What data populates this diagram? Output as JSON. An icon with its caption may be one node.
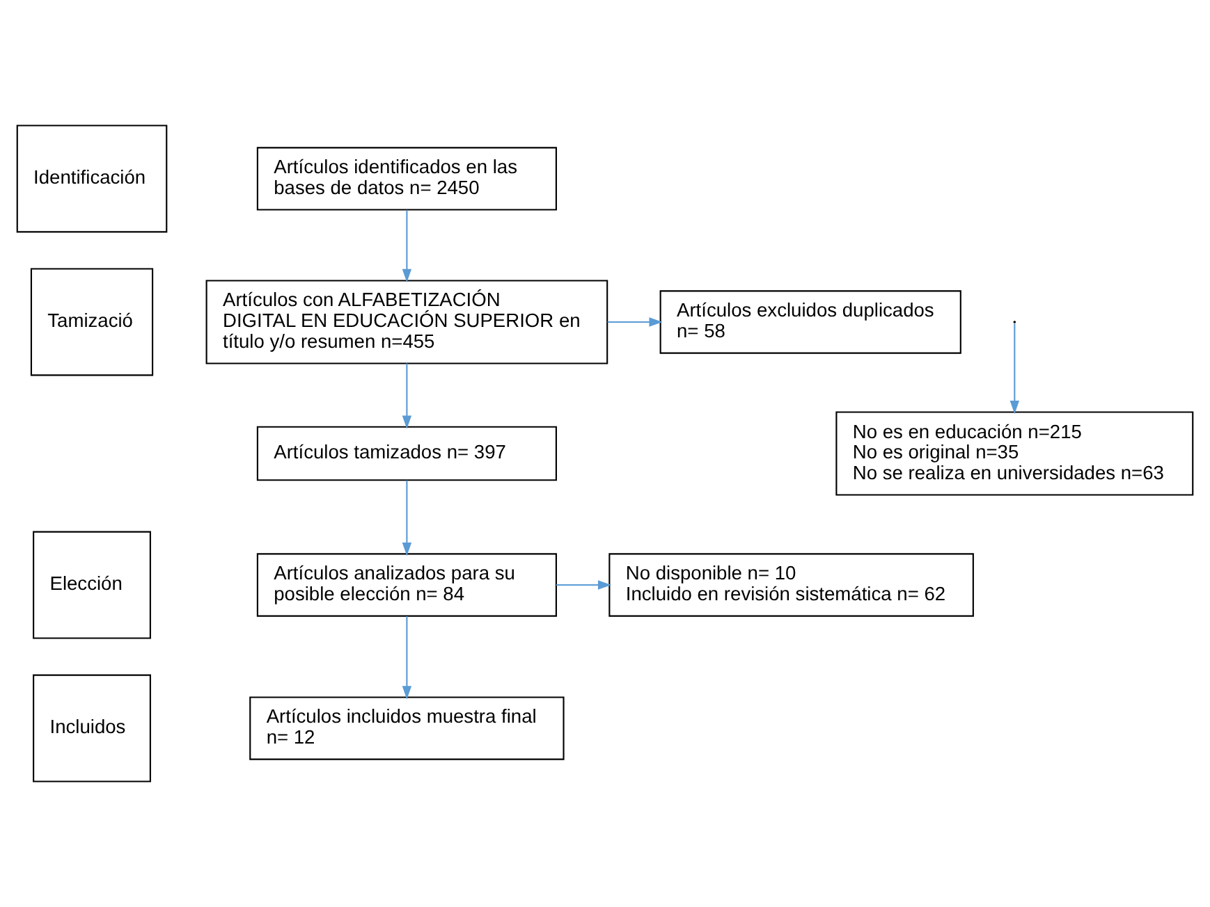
{
  "diagram": {
    "nodes": [
      {
        "text": [
          "Identificación"
        ]
      },
      {
        "text": [
          "Tamizació"
        ]
      },
      {
        "text": [
          "Elección"
        ]
      },
      {
        "text": [
          "Incluidos"
        ]
      },
      {
        "text": [
          "Artículos identificados en las bases de datos n= 2450"
        ]
      },
      {
        "text": [
          "Artículos con ALFABETIZACIÓN DIGITAL EN EDUCACIÓN SUPERIOR en título y/o resumen n=455"
        ]
      },
      {
        "text": [
          "Artículos excluidos duplicados n= 58"
        ]
      },
      {
        "text": [
          "Artículos tamizados n= 397"
        ]
      },
      {
        "text": [
          "No es en educación n=215",
          "No es original n=35",
          "No se realiza en universidades n=63"
        ]
      },
      {
        "text": [
          "Artículos analizados para su posible elección n= 84"
        ]
      },
      {
        "text": [
          "No disponible n= 10",
          "Incluido en revisión sistemática n= 62"
        ]
      },
      {
        "text": [
          "Artículos incluidos muestra final n= 12"
        ]
      }
    ],
    "edges": [
      {
        "from": 4,
        "to": 5,
        "arrow": "to"
      },
      {
        "from": 5,
        "to": 6,
        "arrow": "to"
      },
      {
        "from": 5,
        "to": 7,
        "arrow": "to"
      },
      {
        "from": null,
        "to": 8,
        "arrow": "to"
      },
      {
        "from": 7,
        "to": 9,
        "arrow": "to"
      },
      {
        "from": 9,
        "to": 10,
        "arrow": "to"
      },
      {
        "from": 9,
        "to": 11,
        "arrow": "to"
      }
    ]
  }
}
